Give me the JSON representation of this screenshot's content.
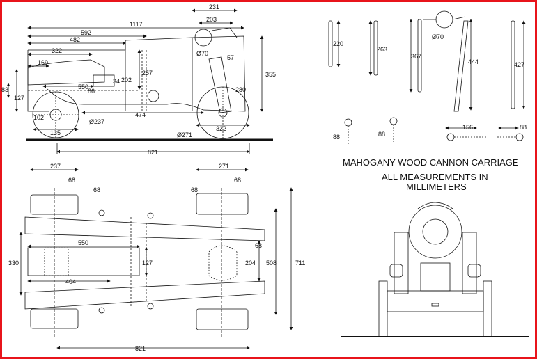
{
  "colors": {
    "frame": "#e8141b",
    "line": "#111111",
    "ground": "#000000"
  },
  "title_lines": [
    "MAHOGANY WOOD CANNON CARRIAGE",
    "ALL MEASUREMENTS IN",
    "MILLIMETERS"
  ],
  "side_view": {
    "d_231": "231",
    "d_203": "203",
    "d_1117": "1117",
    "d_592": "592",
    "d_482": "482",
    "d_322_top": "322",
    "d_169": "169",
    "d_83": "83",
    "d_127": "127",
    "d_34": "34",
    "d_202": "202",
    "d_257": "257",
    "d_550": "550",
    "d_86": "86",
    "d_70": "Ø70",
    "d_57": "57",
    "d_280": "280",
    "d_355": "355",
    "d_102": "102",
    "d_135": "135",
    "d_237": "Ø237",
    "d_474": "474",
    "d_322_bottom": "322",
    "d_271": "Ø271",
    "d_821": "821"
  },
  "parts": {
    "d_220": "220",
    "d_263": "263",
    "d_367": "367",
    "d_70": "Ø70",
    "d_444": "444",
    "d_427": "427",
    "d_88a": "88",
    "d_88b": "88",
    "d_156": "156",
    "d_88c": "88"
  },
  "plan_view": {
    "d_237": "237",
    "d_271": "271",
    "d_68_a": "68",
    "d_68_b": "68",
    "d_68_c": "68",
    "d_68_d": "68",
    "d_68_e": "68",
    "d_550": "550",
    "d_330": "330",
    "d_127": "127",
    "d_404": "404",
    "d_204": "204",
    "d_508": "508",
    "d_711": "711",
    "d_821": "821"
  }
}
